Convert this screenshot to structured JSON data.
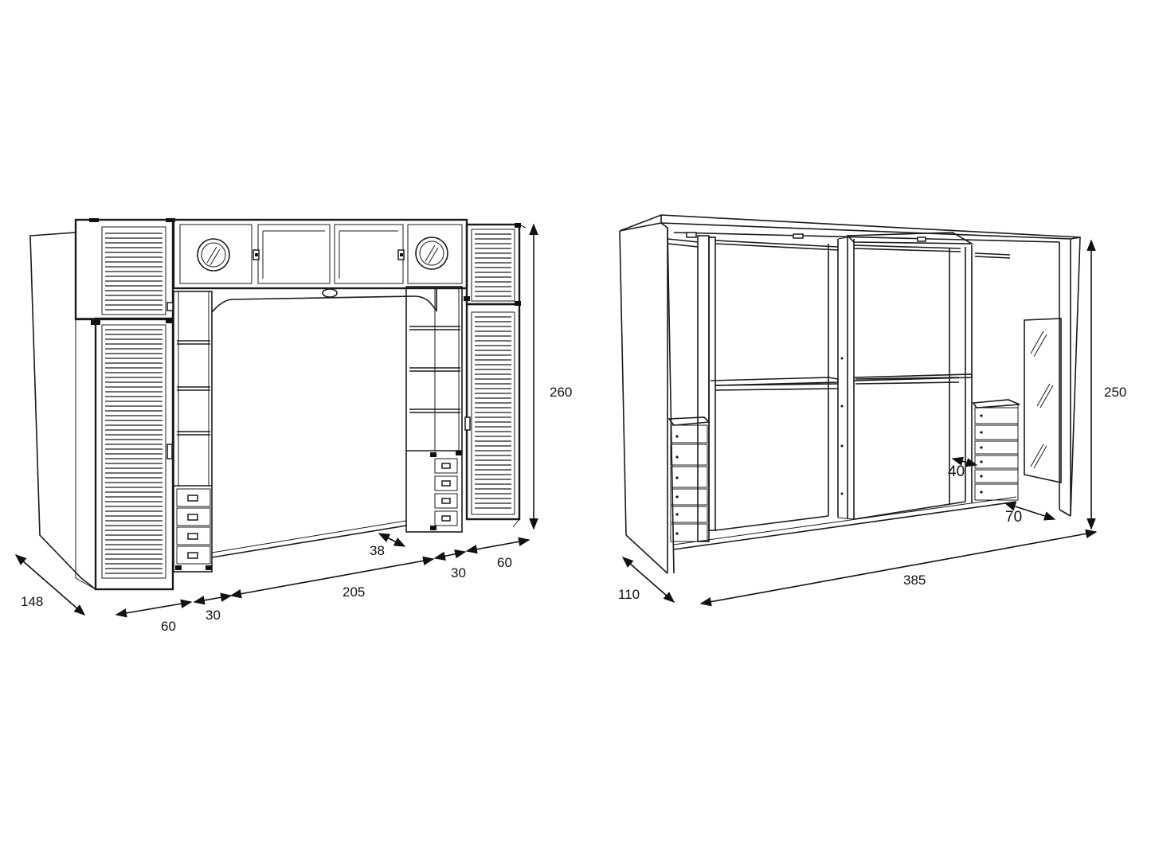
{
  "left_drawing": {
    "dimensions": {
      "depth": "148",
      "left_wardrobe_width": "60",
      "left_shelf_width": "30",
      "bridge_width": "205",
      "bridge_depth": "38",
      "right_shelf_width": "30",
      "right_wardrobe_width": "60",
      "height": "260"
    }
  },
  "right_drawing": {
    "dimensions": {
      "depth": "110",
      "width": "385",
      "height": "250",
      "inner_depth_a": "40",
      "inner_depth_b": "70"
    }
  },
  "colors": {
    "line": "#1a1a1a",
    "background": "#ffffff"
  }
}
